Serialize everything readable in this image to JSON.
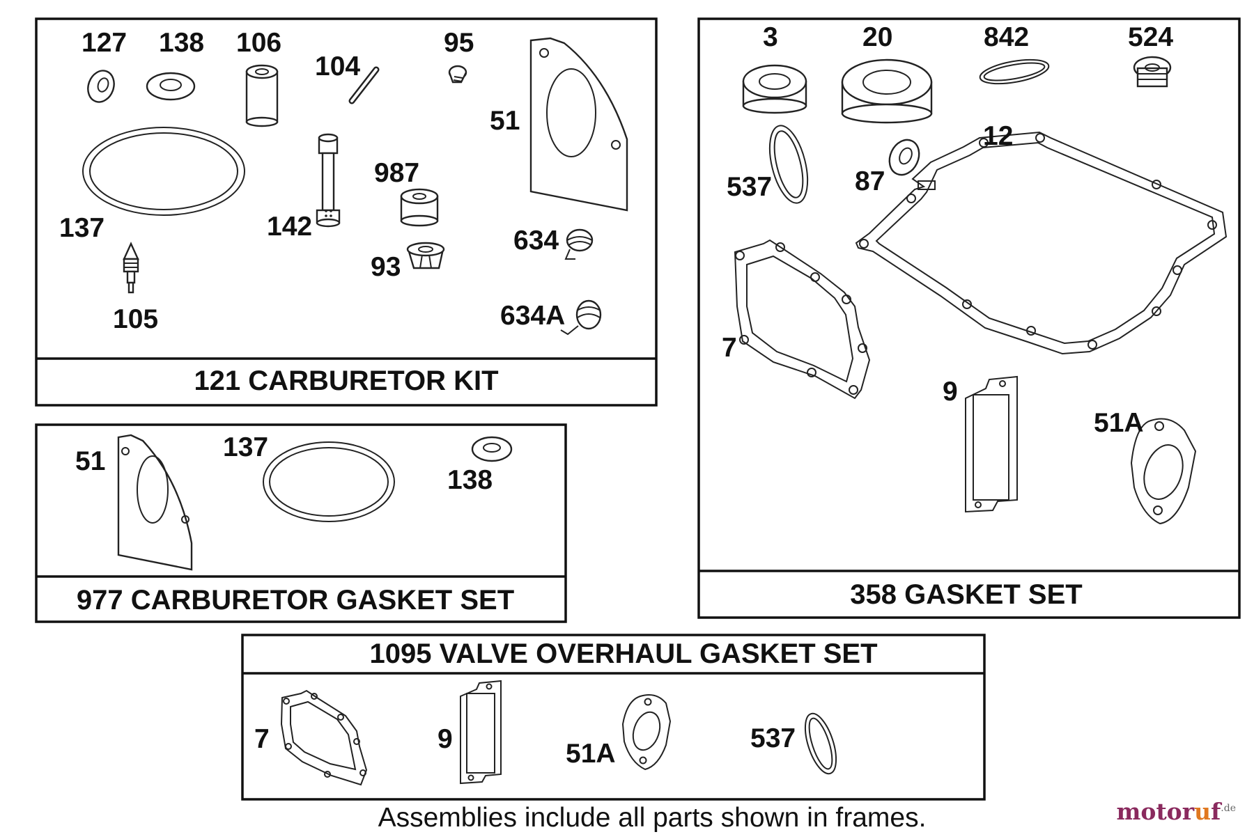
{
  "frames": {
    "carb_kit": {
      "title": "121 CARBURETOR KIT",
      "labels": {
        "p127": "127",
        "p138": "138",
        "p106": "106",
        "p104": "104",
        "p95": "95",
        "p51": "51",
        "p137": "137",
        "p142": "142",
        "p987": "987",
        "p93": "93",
        "p634": "634",
        "p634a": "634A",
        "p105": "105"
      }
    },
    "carb_gasket_set": {
      "title": "977 CARBURETOR GASKET SET",
      "labels": {
        "p51": "51",
        "p137": "137",
        "p138": "138"
      }
    },
    "gasket_set": {
      "title": "358 GASKET SET",
      "labels": {
        "p3": "3",
        "p20": "20",
        "p842": "842",
        "p524": "524",
        "p537": "537",
        "p87": "87",
        "p12": "12",
        "p7": "7",
        "p9": "9",
        "p51a": "51A"
      }
    },
    "valve_set": {
      "title": "1095 VALVE OVERHAUL GASKET SET",
      "labels": {
        "p7": "7",
        "p9": "9",
        "p51a": "51A",
        "p537": "537"
      }
    }
  },
  "footnote": "Assemblies include all parts shown in frames.",
  "watermark": {
    "part1": "motor",
    "part2": "u",
    "part3": "f",
    "suffix": ".de"
  }
}
